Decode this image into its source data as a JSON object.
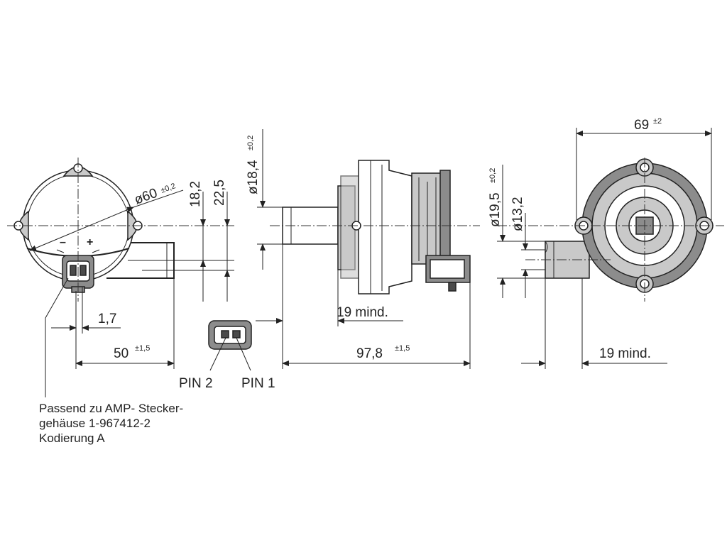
{
  "left_view": {
    "diameter": "ø60",
    "diameter_tol": "±0,2",
    "dim_18_2": "18,2",
    "dim_22_5": "22,5",
    "dim_1_7": "1,7",
    "dim_50": "50",
    "dim_50_tol": "±1,5",
    "minus_sign": "–",
    "plus_sign": "+",
    "note_line1": "Passend zu AMP- Stecker-",
    "note_line2": "gehäuse 1-967412-2",
    "note_line3": "Kodierung A"
  },
  "connector": {
    "pin2": "PIN 2",
    "pin1": "PIN 1"
  },
  "side_view": {
    "diameter": "ø18,4",
    "diameter_tol": "±0,2",
    "min_length": "19 mind.",
    "total_length": "97,8",
    "total_length_tol": "±1,5"
  },
  "right_view": {
    "width": "69",
    "width_tol": "±2",
    "outer_diameter": "ø19,5",
    "outer_diameter_tol": "±0,2",
    "inner_diameter": "ø13,2",
    "min_length": "19 mind."
  }
}
